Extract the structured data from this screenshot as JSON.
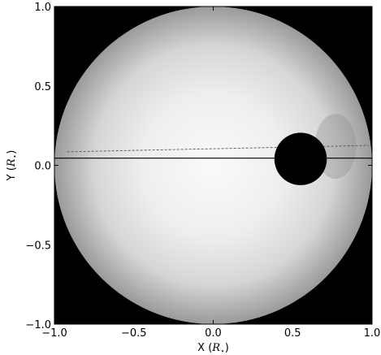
{
  "chart_data": {
    "type": "scatter",
    "title": "",
    "xlabel": {
      "text": "X",
      "unit_symbol": "R",
      "unit_subscript": "⋆"
    },
    "ylabel": {
      "text": "Y",
      "unit_symbol": "R",
      "unit_subscript": "⋆"
    },
    "xlim": [
      -1.0,
      1.0
    ],
    "ylim": [
      -1.0,
      1.0
    ],
    "xticks": [
      -1.0,
      -0.5,
      0.0,
      0.5,
      1.0
    ],
    "yticks": [
      -1.0,
      -0.5,
      0.0,
      0.5,
      1.0
    ],
    "xtick_labels": [
      "−1.0",
      "−0.5",
      "0.0",
      "0.5",
      "1.0"
    ],
    "ytick_labels": [
      "−1.0",
      "−0.5",
      "0.0",
      "0.5",
      "1.0"
    ],
    "grid": false,
    "background_color": "#000000",
    "star": {
      "center": [
        0.0,
        0.0
      ],
      "radius": 1.0,
      "limb_darkened": true,
      "center_color": "#fafafa",
      "limb_color": "#9a9a9a"
    },
    "planet": {
      "center": [
        0.55,
        0.04
      ],
      "radius": 0.165,
      "color": "#000000"
    },
    "ghost": {
      "center": [
        0.77,
        0.12
      ],
      "rx": 0.13,
      "ry": 0.205,
      "color": "#8a8a8a",
      "opacity": 0.35
    },
    "transit_chord": {
      "x": [
        -1.0,
        1.0
      ],
      "y": [
        0.045,
        0.045
      ],
      "style": "solid",
      "color": "#000000"
    },
    "orbit_path": {
      "x": [
        -0.92,
        0.98
      ],
      "y": [
        0.085,
        0.125
      ],
      "style": "dashed",
      "color": "#555555"
    }
  }
}
